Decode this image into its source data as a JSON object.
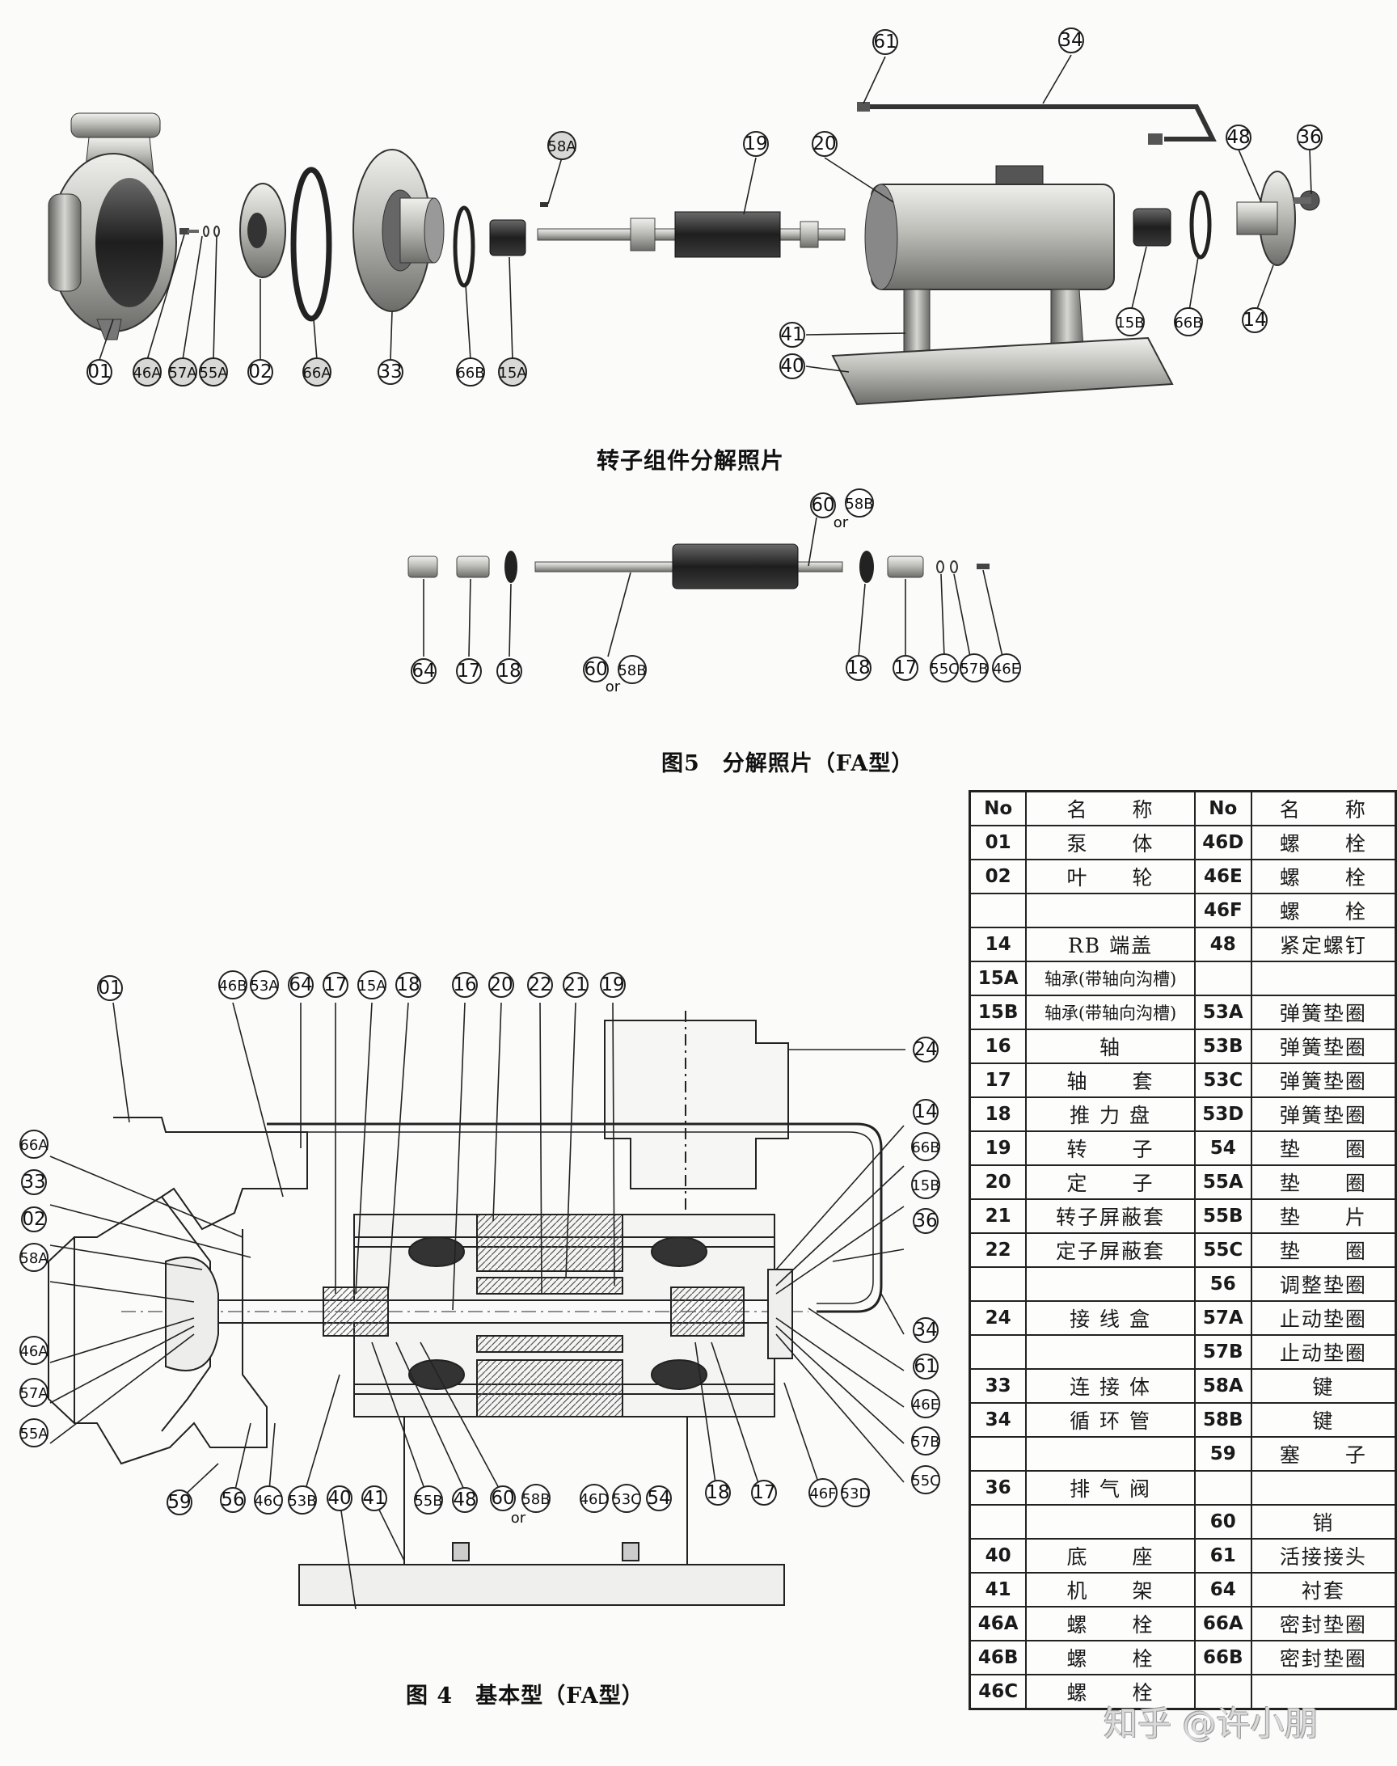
{
  "captions": {
    "rotor_title": "转子组件分解照片",
    "fig5": "图5　分解照片（FA型）",
    "fig4": "图 4　基本型（FA型）"
  },
  "callouts_exploded": [
    "61",
    "34",
    "58A",
    "19",
    "20",
    "48",
    "36",
    "01",
    "46A",
    "57A",
    "55A",
    "02",
    "66A",
    "33",
    "66B",
    "15A",
    "15B",
    "66B",
    "14",
    "41",
    "40"
  ],
  "callouts_rotor": [
    "60",
    "or",
    "58B",
    "64",
    "17",
    "18",
    "60",
    "or",
    "58B",
    "18",
    "17",
    "55C",
    "57B",
    "46E"
  ],
  "callouts_section": [
    "01",
    "46B",
    "53A",
    "64",
    "17",
    "15A",
    "18",
    "16",
    "20",
    "22",
    "21",
    "19",
    "24",
    "66A",
    "33",
    "02",
    "58A",
    "46A",
    "57A",
    "55A",
    "14",
    "66B",
    "15B",
    "36",
    "34",
    "61",
    "46E",
    "57B",
    "55C",
    "59",
    "56",
    "46C",
    "53B",
    "40",
    "41",
    "55B",
    "48",
    "60",
    "or",
    "58B",
    "46D",
    "53C",
    "54",
    "18",
    "17",
    "46F",
    "53D"
  ],
  "parts_table": {
    "header": {
      "no1": "No",
      "name1": "名　　称",
      "no2": "No",
      "name2": "名　　称"
    },
    "rows": [
      {
        "no1": "01",
        "name1": "泵　　体",
        "no2": "46D",
        "name2": "螺　　栓"
      },
      {
        "no1": "02",
        "name1": "叶　　轮",
        "no2": "46E",
        "name2": "螺　　栓"
      },
      {
        "no1": "",
        "name1": "",
        "no2": "46F",
        "name2": "螺　　栓"
      },
      {
        "no1": "14",
        "name1": "RB 端盖",
        "no2": "48",
        "name2": "紧定螺钉"
      },
      {
        "no1": "15A",
        "name1": "轴承(带轴向沟槽)",
        "no2": "",
        "name2": ""
      },
      {
        "no1": "15B",
        "name1": "轴承(带轴向沟槽)",
        "no2": "53A",
        "name2": "弹簧垫圈"
      },
      {
        "no1": "16",
        "name1": "轴",
        "no2": "53B",
        "name2": "弹簧垫圈"
      },
      {
        "no1": "17",
        "name1": "轴　　套",
        "no2": "53C",
        "name2": "弹簧垫圈"
      },
      {
        "no1": "18",
        "name1": "推 力 盘",
        "no2": "53D",
        "name2": "弹簧垫圈"
      },
      {
        "no1": "19",
        "name1": "转　　子",
        "no2": "54",
        "name2": "垫　　圈"
      },
      {
        "no1": "20",
        "name1": "定　　子",
        "no2": "55A",
        "name2": "垫　　圈"
      },
      {
        "no1": "21",
        "name1": "转子屏蔽套",
        "no2": "55B",
        "name2": "垫　　片"
      },
      {
        "no1": "22",
        "name1": "定子屏蔽套",
        "no2": "55C",
        "name2": "垫　　圈"
      },
      {
        "no1": "",
        "name1": "",
        "no2": "56",
        "name2": "调整垫圈"
      },
      {
        "no1": "24",
        "name1": "接 线 盒",
        "no2": "57A",
        "name2": "止动垫圈"
      },
      {
        "no1": "",
        "name1": "",
        "no2": "57B",
        "name2": "止动垫圈"
      },
      {
        "no1": "33",
        "name1": "连 接 体",
        "no2": "58A",
        "name2": "键"
      },
      {
        "no1": "34",
        "name1": "循 环 管",
        "no2": "58B",
        "name2": "键"
      },
      {
        "no1": "",
        "name1": "",
        "no2": "59",
        "name2": "塞　　子"
      },
      {
        "no1": "36",
        "name1": "排 气 阀",
        "no2": "",
        "name2": ""
      },
      {
        "no1": "",
        "name1": "",
        "no2": "60",
        "name2": "销"
      },
      {
        "no1": "40",
        "name1": "底　　座",
        "no2": "61",
        "name2": "活接接头"
      },
      {
        "no1": "41",
        "name1": "机　　架",
        "no2": "64",
        "name2": "衬套"
      },
      {
        "no1": "46A",
        "name1": "螺　　栓",
        "no2": "66A",
        "name2": "密封垫圈"
      },
      {
        "no1": "46B",
        "name1": "螺　　栓",
        "no2": "66B",
        "name2": "密封垫圈"
      },
      {
        "no1": "46C",
        "name1": "螺　　栓",
        "no2": "",
        "name2": ""
      }
    ]
  },
  "watermark": "知乎 @许小朋",
  "colors": {
    "ink": "#1a1a1a",
    "metal_light": "#c8c8c4",
    "metal_dark": "#5a5a58",
    "paper": "#fbfbf9"
  }
}
